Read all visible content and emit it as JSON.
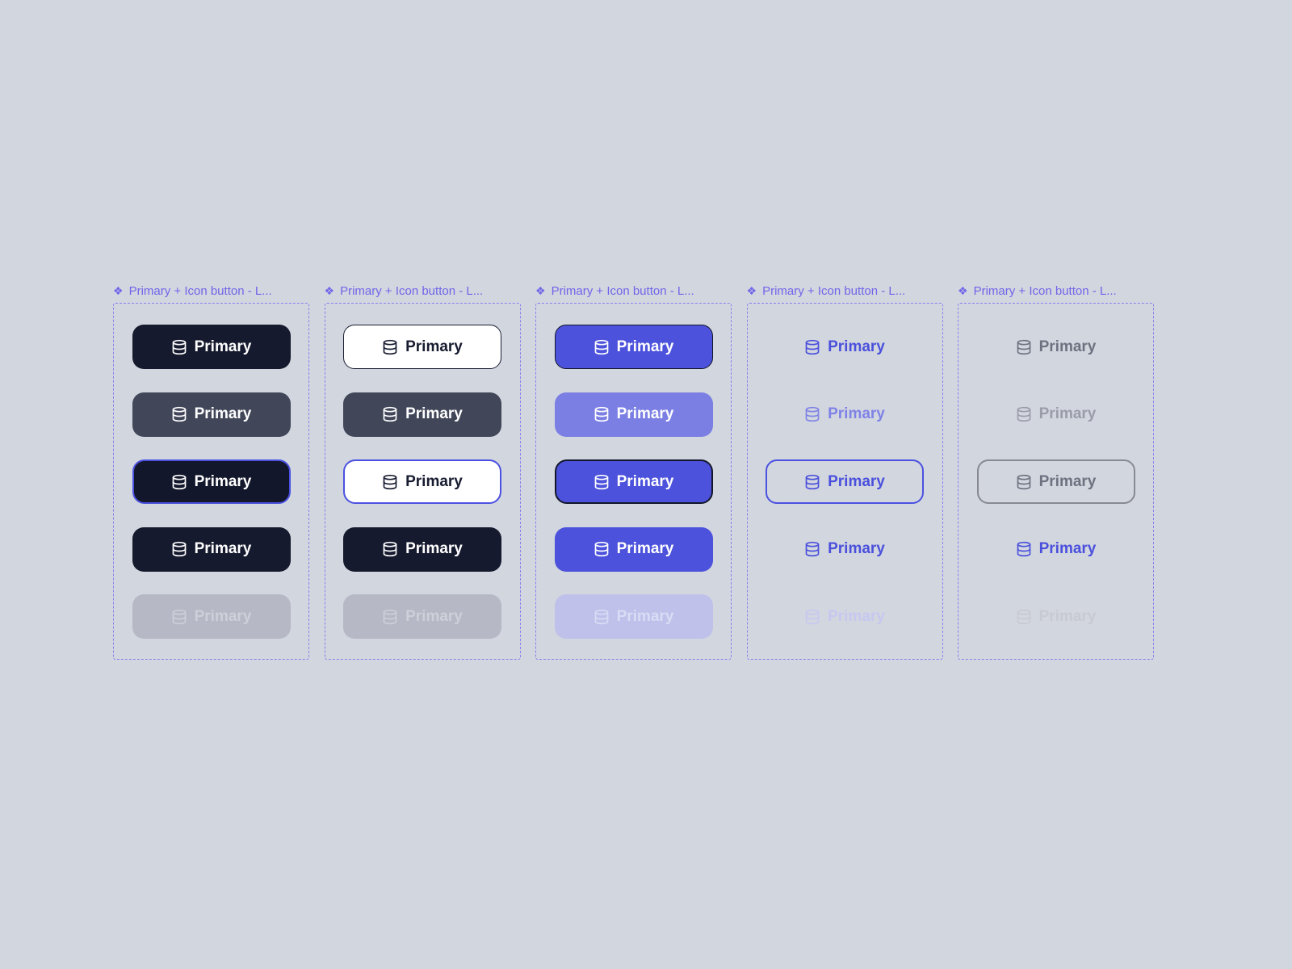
{
  "canvas": {
    "background": "#D2D6DF"
  },
  "component_icon_glyph": "❖",
  "frames": [
    {
      "title": "Primary + Icon button - L...",
      "buttons": [
        {
          "label": "Primary"
        },
        {
          "label": "Primary"
        },
        {
          "label": "Primary"
        },
        {
          "label": "Primary"
        },
        {
          "label": "Primary"
        }
      ]
    },
    {
      "title": "Primary + Icon button - L...",
      "buttons": [
        {
          "label": "Primary"
        },
        {
          "label": "Primary"
        },
        {
          "label": "Primary"
        },
        {
          "label": "Primary"
        },
        {
          "label": "Primary"
        }
      ]
    },
    {
      "title": "Primary + Icon button - L...",
      "buttons": [
        {
          "label": "Primary"
        },
        {
          "label": "Primary"
        },
        {
          "label": "Primary"
        },
        {
          "label": "Primary"
        },
        {
          "label": "Primary"
        }
      ]
    },
    {
      "title": "Primary + Icon button - L...",
      "buttons": [
        {
          "label": "Primary"
        },
        {
          "label": "Primary"
        },
        {
          "label": "Primary"
        },
        {
          "label": "Primary"
        },
        {
          "label": "Primary"
        }
      ]
    },
    {
      "title": "Primary + Icon button - L...",
      "buttons": [
        {
          "label": "Primary"
        },
        {
          "label": "Primary"
        },
        {
          "label": "Primary"
        },
        {
          "label": "Primary"
        },
        {
          "label": "Primary"
        }
      ]
    }
  ],
  "colors": {
    "canvas_background": "#D2D6DF",
    "frame_dashed_outline": "#8A7FEE",
    "component_title_purple": "#7165E8",
    "dark_navy": "#161A2E",
    "slate": "#414659",
    "indigo": "#4C52DB",
    "indigo_light": "#7B7FE4",
    "focus_ring_indigo": "#4B51E0",
    "disabled_gray": "#B6B9C5",
    "disabled_indigo": "#BFC1EA",
    "white": "#FFFFFF",
    "ghost_gray_text": "#6E7280"
  }
}
